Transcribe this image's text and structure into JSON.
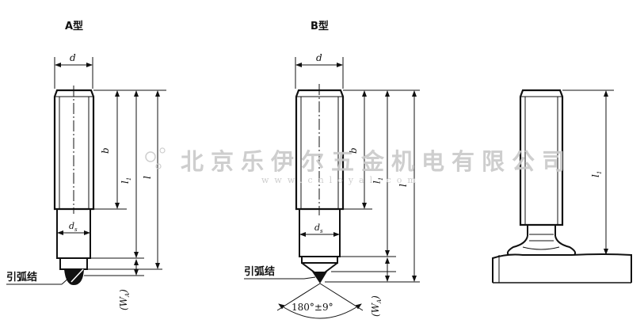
{
  "figure_a": {
    "title": "A型",
    "dim_d": "d",
    "dim_b": "b",
    "dim_l1": "l",
    "dim_l1_sub": "1",
    "dim_l": "l",
    "dim_ds": "d",
    "dim_ds_sub": "s",
    "dim_wa": "(W",
    "dim_wa_sub": "A",
    "dim_wa_close": ")",
    "callout": "引弧结"
  },
  "figure_b": {
    "title": "B型",
    "dim_d": "d",
    "dim_b": "b",
    "dim_l1": "l",
    "dim_l1_sub": "1",
    "dim_l": "l",
    "dim_ds": "d",
    "dim_ds_sub": "s",
    "dim_wa": "(W",
    "dim_wa_sub": "A",
    "dim_wa_close": ")",
    "callout": "引弧结",
    "angle": "180°±9°"
  },
  "figure_c": {
    "dim_l1": "l",
    "dim_l1_sub": "1"
  },
  "watermark": {
    "company": "北京乐伊尔五金机电有限公司",
    "url": "www.cnloyal.com"
  },
  "colors": {
    "line": "#111111",
    "watermark": "#c9c9c9"
  }
}
